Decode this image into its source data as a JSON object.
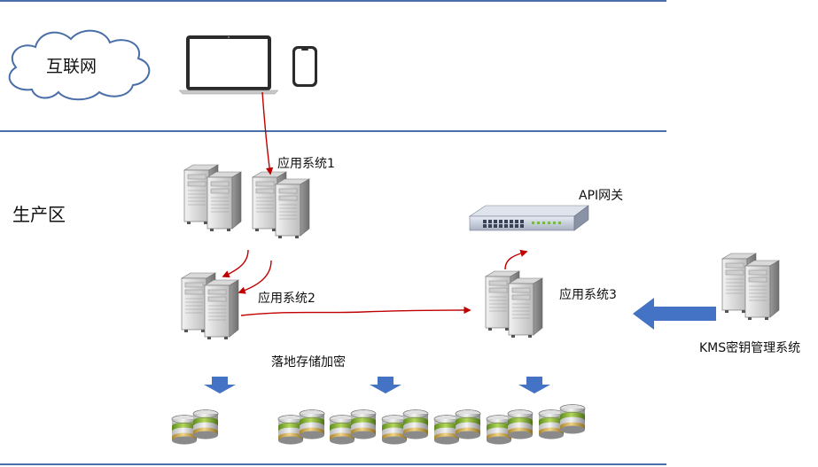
{
  "zones": {
    "internet": "互联网",
    "production": "生产区"
  },
  "systems": {
    "app1": "应用系统1",
    "app2": "应用系统2",
    "app3": "应用系统3",
    "gateway": "API网关",
    "kms": "KMS密钥管理系统",
    "storage": "落地存储加密"
  },
  "colors": {
    "divider": "#4a6ea8",
    "flow_arrow": "#c00000",
    "block_arrow": "#4472c4"
  }
}
